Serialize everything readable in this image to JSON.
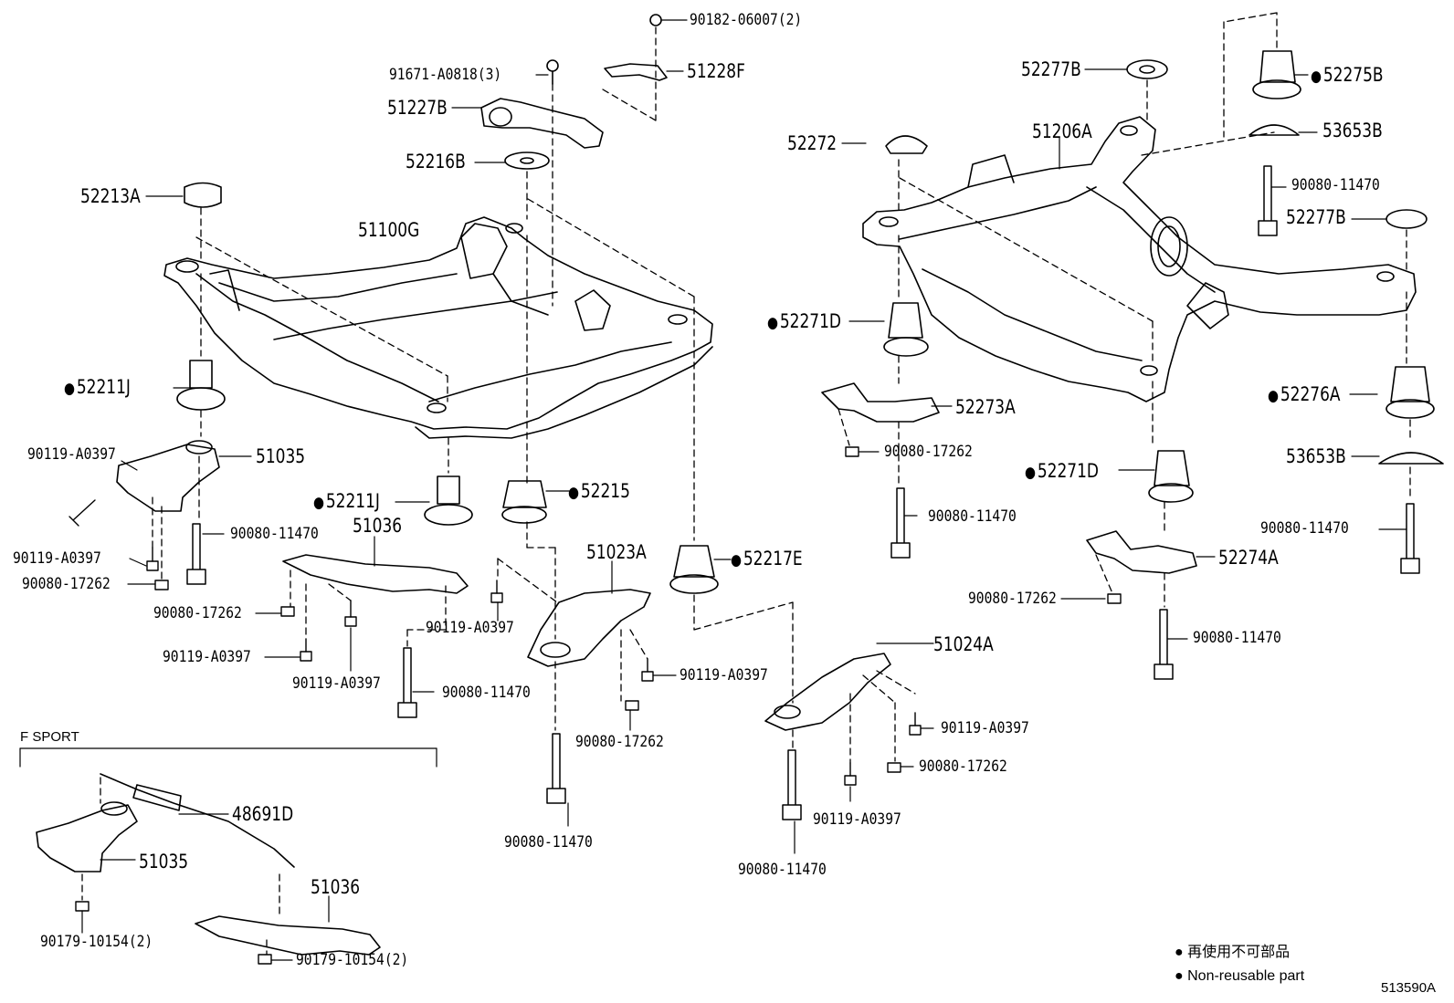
{
  "labels": {
    "p90182": "90182-06007(2)",
    "p91671": "91671-A0818(3)",
    "p51228F": "51228F",
    "p51227B": "51227B",
    "p52216B": "52216B",
    "p52213A": "52213A",
    "p51100G": "51100G",
    "p52211J_a": "52211J",
    "p90119_a": "90119-A0397",
    "p51035": "51035",
    "p90119_b": "90119-A0397",
    "p90080_17262_a": "90080-17262",
    "p90080_11470_a": "90080-11470",
    "p90080_17262_b": "90080-17262",
    "p52211J_b": "52211J",
    "p52215": "52215",
    "p51036": "51036",
    "p90119_c": "90119-A0397",
    "p90119_d": "90119-A0397",
    "p90080_11470_b": "90080-11470",
    "p51023A": "51023A",
    "p90119_e": "90119-A0397",
    "p52217E": "52217E",
    "p90119_f": "90119-A0397",
    "p90080_17262_c": "90080-17262",
    "p90080_11470_c": "90080-11470",
    "p51024A": "51024A",
    "p90119_g": "90119-A0397",
    "p90080_17262_d": "90080-17262",
    "p90119_h": "90119-A0397",
    "p90080_11470_d": "90080-11470",
    "p52277B_a": "52277B",
    "p52275B": "52275B",
    "p51206A": "51206A",
    "p52272": "52272",
    "p53653B_a": "53653B",
    "p90080_11470_e": "90080-11470",
    "p52277B_b": "52277B",
    "p52271D_a": "52271D",
    "p52273A": "52273A",
    "p90080_17262_e": "90080-17262",
    "p90080_11470_f": "90080-11470",
    "p52276A": "52276A",
    "p53653B_b": "53653B",
    "p52271D_b": "52271D",
    "p90080_11470_g": "90080-11470",
    "p52274A": "52274A",
    "p90080_17262_f": "90080-17262",
    "p90080_11470_h": "90080-11470",
    "p48691D": "48691D",
    "p51035_fs": "51035",
    "p51036_fs": "51036",
    "p90179_a": "90179-10154(2)",
    "p90179_b": "90179-10154(2)"
  },
  "group_label": "F SPORT",
  "legend": {
    "line1": "再使用不可部品",
    "line2": "Non-reusable part"
  },
  "ref_code": "513590A"
}
